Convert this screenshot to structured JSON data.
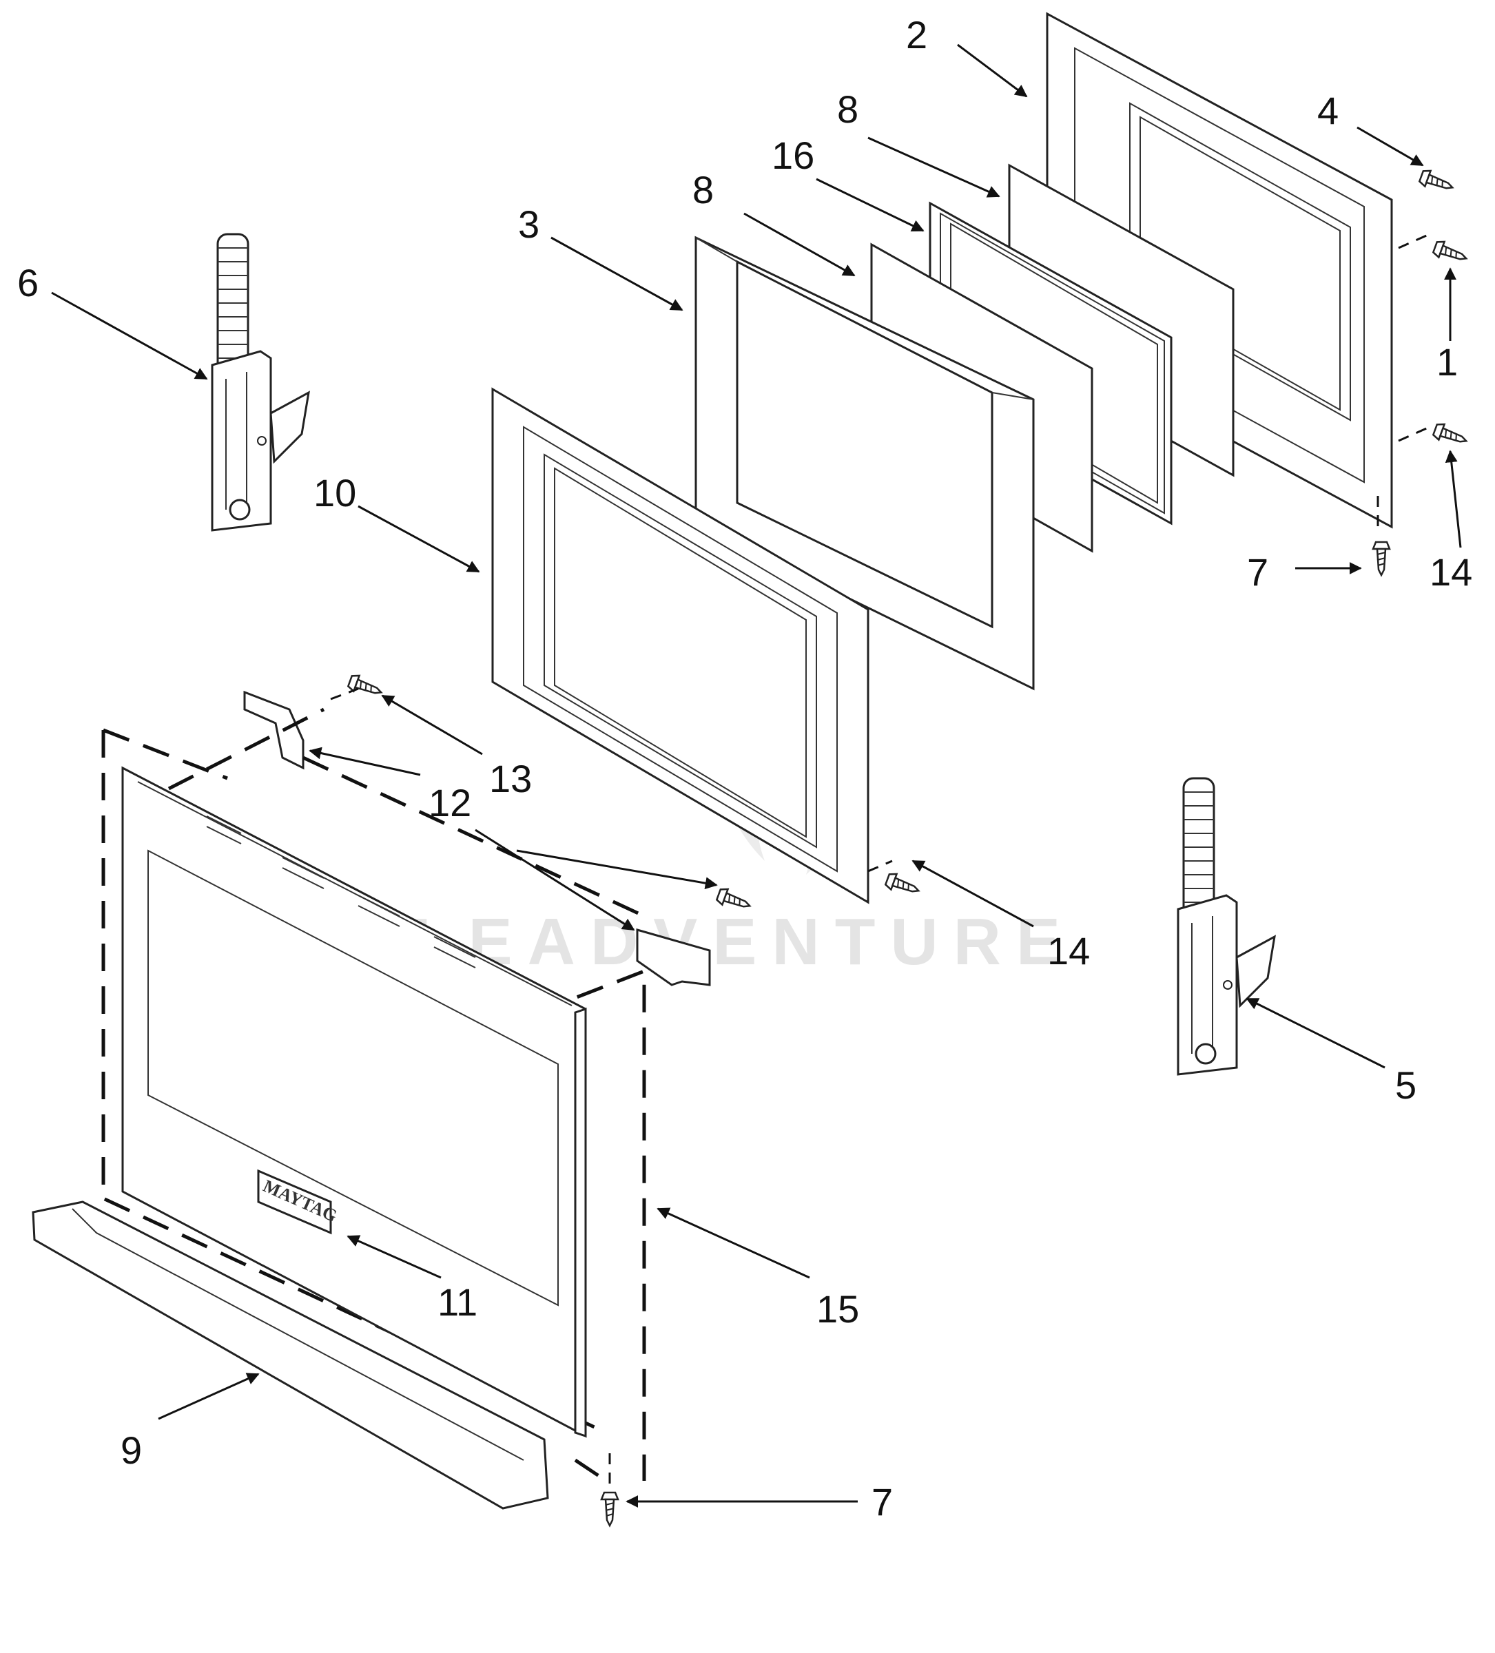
{
  "watermark": "LEADVENTURE",
  "brand_badge": "MAYTAG",
  "callouts": [
    {
      "id": "label-1",
      "text": "1"
    },
    {
      "id": "label-2",
      "text": "2"
    },
    {
      "id": "label-3",
      "text": "3"
    },
    {
      "id": "label-4",
      "text": "4"
    },
    {
      "id": "label-5",
      "text": "5"
    },
    {
      "id": "label-6",
      "text": "6"
    },
    {
      "id": "label-7-top",
      "text": "7"
    },
    {
      "id": "label-7-bottom",
      "text": "7"
    },
    {
      "id": "label-8-top",
      "text": "8"
    },
    {
      "id": "label-8-mid",
      "text": "8"
    },
    {
      "id": "label-9",
      "text": "9"
    },
    {
      "id": "label-10",
      "text": "10"
    },
    {
      "id": "label-11",
      "text": "11"
    },
    {
      "id": "label-12",
      "text": "12"
    },
    {
      "id": "label-13",
      "text": "13"
    },
    {
      "id": "label-14-right",
      "text": "14"
    },
    {
      "id": "label-14-mid",
      "text": "14"
    },
    {
      "id": "label-15",
      "text": "15"
    },
    {
      "id": "label-16",
      "text": "16"
    }
  ]
}
